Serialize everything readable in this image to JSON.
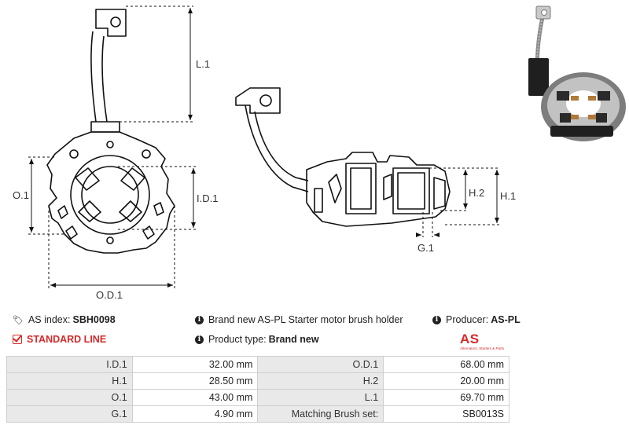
{
  "drawing": {
    "dimension_labels": {
      "L1": "L.1",
      "O1": "O.1",
      "ID1": "I.D.1",
      "OD1": "O.D.1",
      "H2": "H.2",
      "H1": "H.1",
      "G1": "G.1"
    }
  },
  "info": {
    "as_index_label": "AS index:",
    "as_index_value": "SBH0098",
    "description": "Brand new AS-PL Starter motor brush holder",
    "producer_label": "Producer:",
    "producer_value": "AS-PL",
    "line": "STANDARD LINE",
    "product_type_label": "Product type:",
    "product_type_value": "Brand new",
    "logo_text": "AS",
    "logo_subtext": "Alternators, Starters & Parts"
  },
  "specs": [
    {
      "label1": "I.D.1",
      "value1": "32.00 mm",
      "label2": "O.D.1",
      "value2": "68.00 mm"
    },
    {
      "label1": "H.1",
      "value1": "28.50 mm",
      "label2": "H.2",
      "value2": "20.00 mm"
    },
    {
      "label1": "O.1",
      "value1": "43.00 mm",
      "label2": "L.1",
      "value2": "69.70 mm"
    },
    {
      "label1": "G.1",
      "value1": "4.90 mm",
      "label2": "Matching Brush set:",
      "value2": "SB0013S"
    }
  ],
  "colors": {
    "accent": "#d42a2a",
    "table_label_bg": "#e9e9e9",
    "dimension_lines": "#111111"
  }
}
